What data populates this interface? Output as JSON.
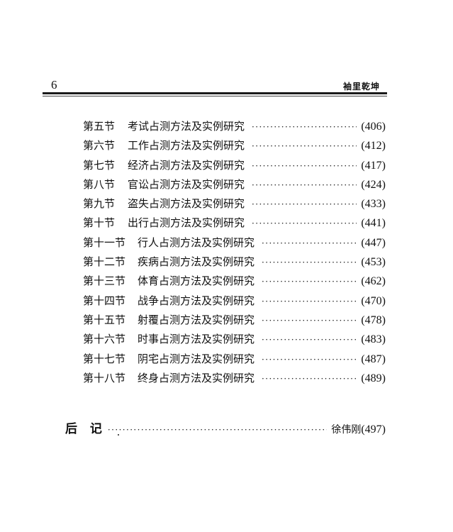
{
  "header": {
    "page_number": "6",
    "running_title": "袖里乾坤"
  },
  "toc": {
    "entries": [
      {
        "section": "第五节",
        "title": "考试占测方法及实例研究",
        "page": "(406)"
      },
      {
        "section": "第六节",
        "title": "工作占测方法及实例研究",
        "page": "(412)"
      },
      {
        "section": "第七节",
        "title": "经济占测方法及实例研究",
        "page": "(417)"
      },
      {
        "section": "第八节",
        "title": "官讼占测方法及实例研究",
        "page": "(424)"
      },
      {
        "section": "第九节",
        "title": "盗失占测方法及实例研究",
        "page": "(433)"
      },
      {
        "section": "第十节",
        "title": "出行占测方法及实例研究",
        "page": "(441)"
      },
      {
        "section": "第十一节",
        "title": "行人占测方法及实例研究",
        "page": "(447)"
      },
      {
        "section": "第十二节",
        "title": "疾病占测方法及实例研究",
        "page": "(453)"
      },
      {
        "section": "第十三节",
        "title": "体育占测方法及实例研究",
        "page": "(462)"
      },
      {
        "section": "第十四节",
        "title": "战争占测方法及实例研究",
        "page": "(470)"
      },
      {
        "section": "第十五节",
        "title": "射覆占测方法及实例研究",
        "page": "(478)"
      },
      {
        "section": "第十六节",
        "title": "时事占测方法及实例研究",
        "page": "(483)"
      },
      {
        "section": "第十七节",
        "title": "阴宅占测方法及实例研究",
        "page": "(487)"
      },
      {
        "section": "第十八节",
        "title": "终身占测方法及实例研究",
        "page": "(489)"
      }
    ]
  },
  "afterword": {
    "label": "后 记",
    "author": "徐伟刚",
    "page": "(497)"
  }
}
